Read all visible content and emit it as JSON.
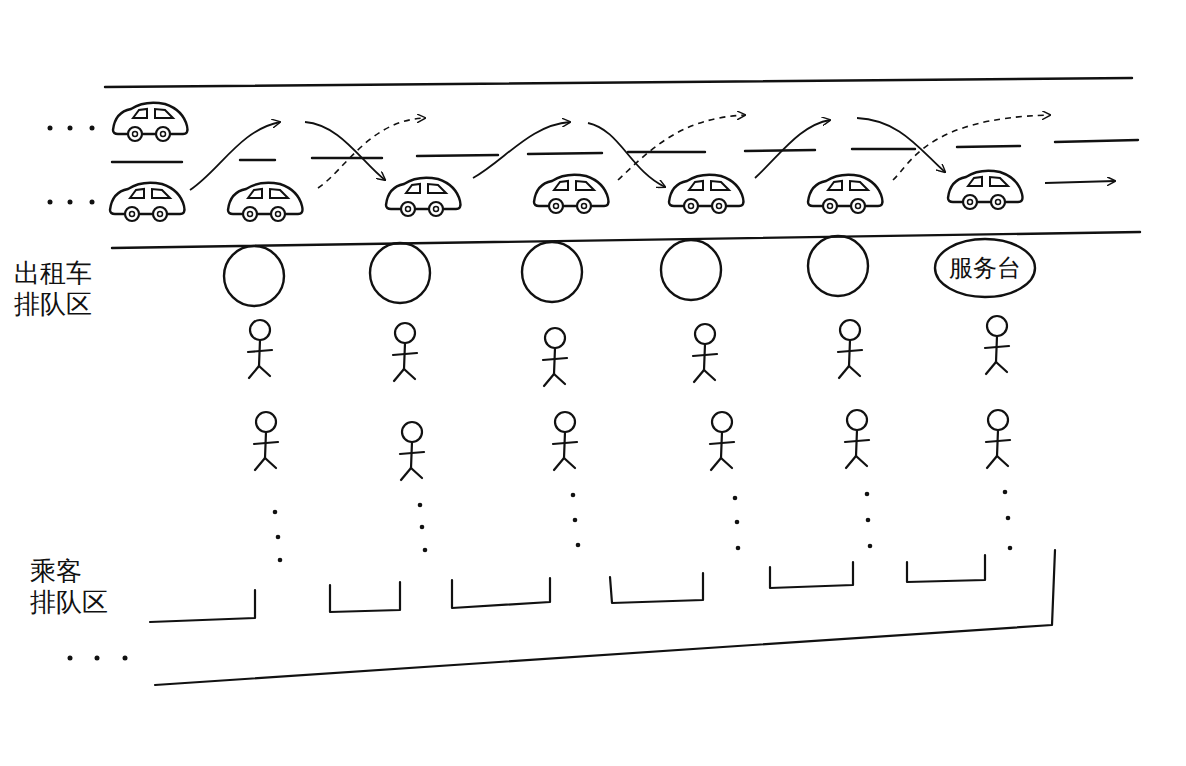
{
  "diagram": {
    "nodes": [
      {
        "text": [
          "服务台"
        ]
      }
    ],
    "labels": [
      "出租车 排队区",
      "乘客 排队区"
    ]
  }
}
